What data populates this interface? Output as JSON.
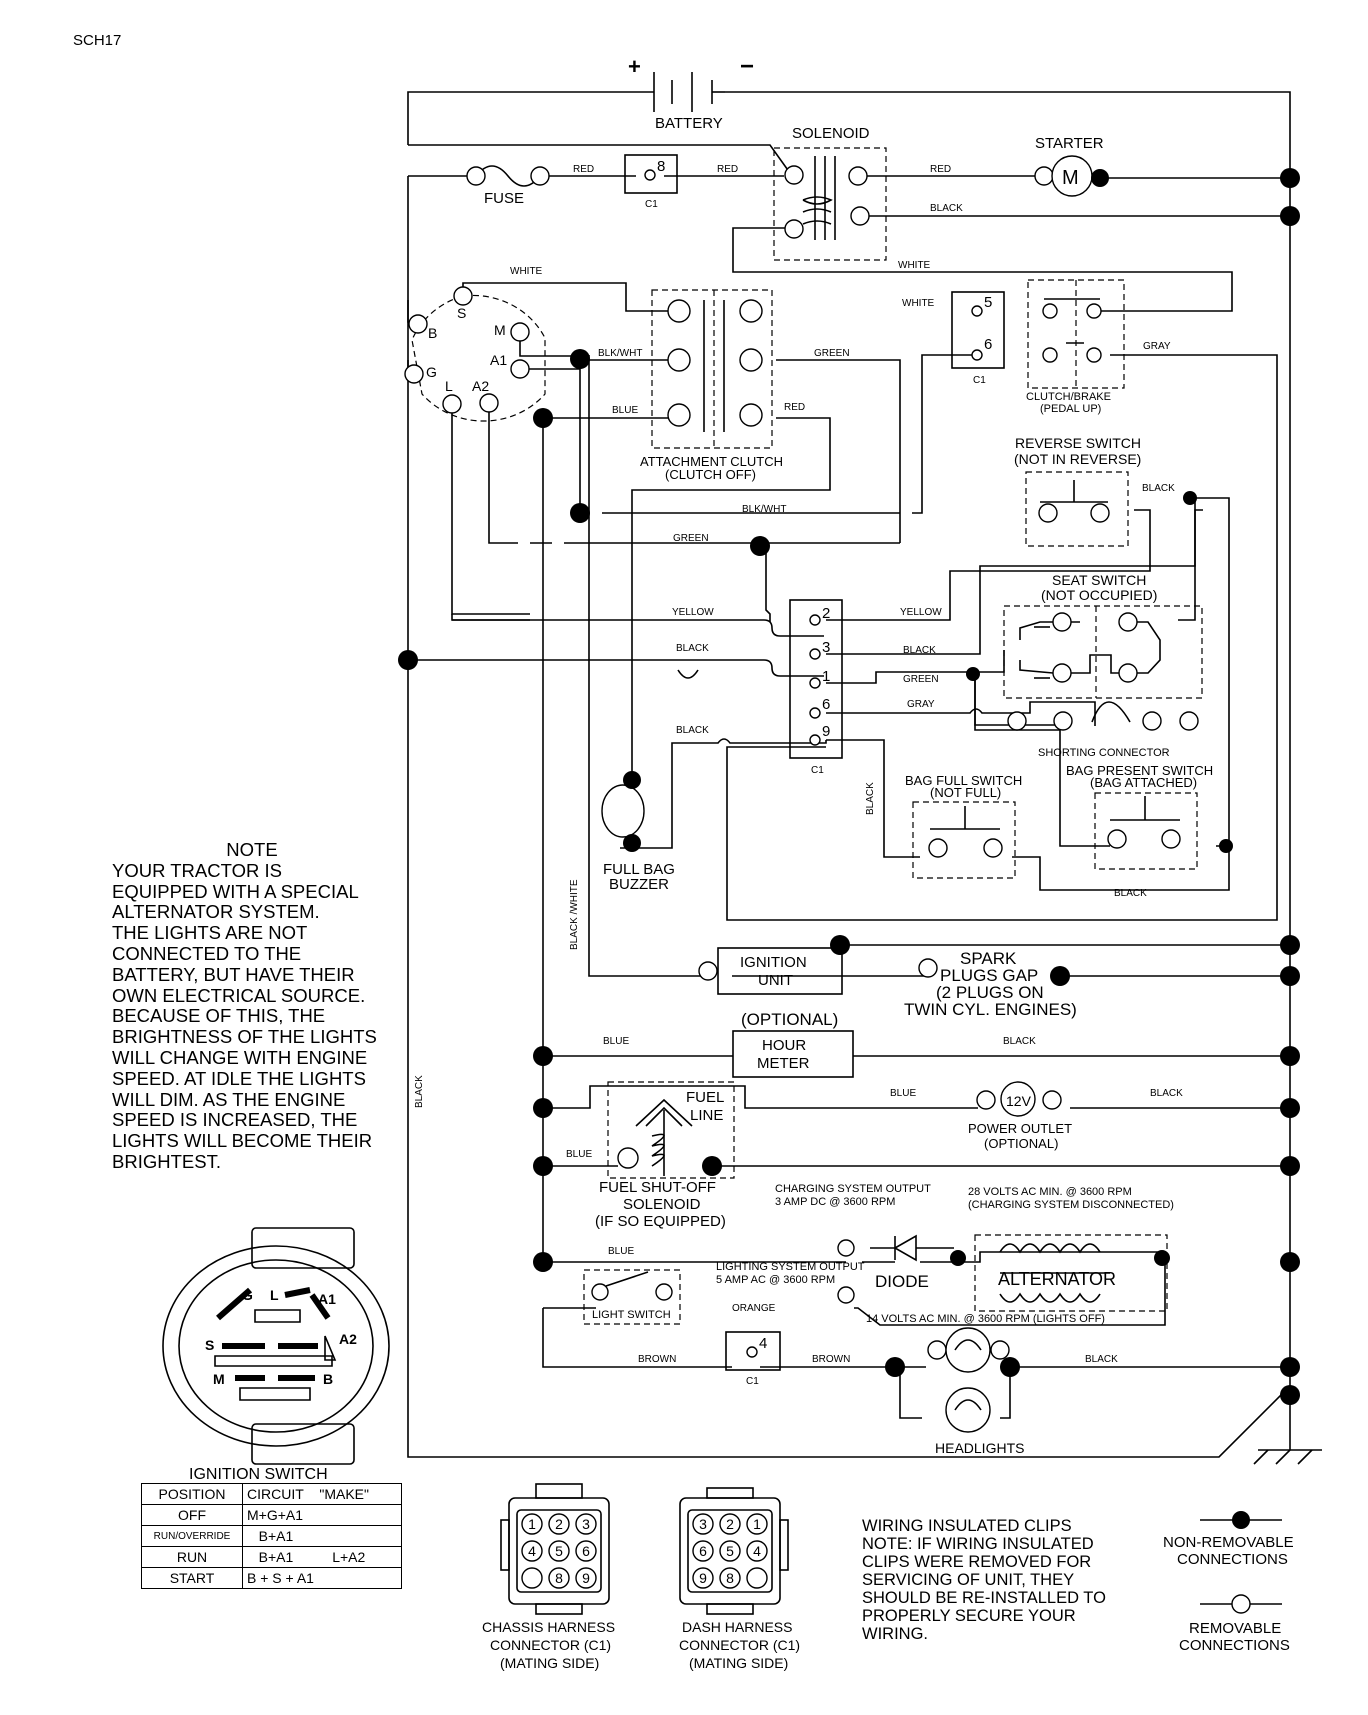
{
  "doc_id": "SCH17",
  "components": {
    "battery": "BATTERY",
    "solenoid": "SOLENOID",
    "starter": "STARTER",
    "starter_motor": "M",
    "fuse": "FUSE",
    "attachment_clutch": [
      "ATTACHMENT CLUTCH",
      "(CLUTCH OFF)"
    ],
    "clutch_brake": [
      "CLUTCH/BRAKE",
      "(PEDAL UP)"
    ],
    "reverse_switch": [
      "REVERSE SWITCH",
      "(NOT IN REVERSE)"
    ],
    "seat_switch": [
      "SEAT SWITCH",
      "(NOT OCCUPIED)"
    ],
    "shorting_connector": "SHORTING CONNECTOR",
    "bag_full_switch": [
      "BAG FULL SWITCH",
      "(NOT FULL)"
    ],
    "bag_present_switch": [
      "BAG PRESENT SWITCH",
      "(BAG ATTACHED)"
    ],
    "full_bag_buzzer": [
      "FULL BAG",
      "BUZZER"
    ],
    "ignition_unit": [
      "IGNITION",
      "UNIT"
    ],
    "spark_plugs": [
      "SPARK",
      "PLUGS GAP",
      "(2 PLUGS ON",
      "TWIN CYL. ENGINES)"
    ],
    "hour_meter": [
      "(OPTIONAL)",
      "HOUR",
      "METER"
    ],
    "fuel_line": [
      "FUEL",
      "LINE"
    ],
    "fuel_shutoff": [
      "FUEL SHUT-OFF",
      "SOLENOID",
      "(IF SO EQUIPPED)"
    ],
    "power_outlet": [
      "POWER OUTLET",
      "(OPTIONAL)"
    ],
    "power_outlet_symbol": "12V",
    "charging_output": [
      "CHARGING SYSTEM OUTPUT",
      "3 AMP DC @ 3600 RPM"
    ],
    "volts28": [
      "28 VOLTS AC MIN. @ 3600 RPM",
      "(CHARGING SYSTEM DISCONNECTED)"
    ],
    "diode": "DIODE",
    "alternator": "ALTERNATOR",
    "lighting_output": [
      "LIGHTING SYSTEM OUTPUT",
      "5 AMP AC @ 3600 RPM"
    ],
    "volts14": "14 VOLTS AC MIN. @ 3600 RPM (LIGHTS OFF)",
    "light_switch": "LIGHT SWITCH",
    "headlights": "HEADLIGHTS",
    "connector_c1": "C1",
    "ignition_switch": "IGNITION SWITCH"
  },
  "pins": {
    "ign_b": "B",
    "ign_s": "S",
    "ign_m": "M",
    "ign_g": "G",
    "ign_a1": "A1",
    "ign_l": "L",
    "ign_a2": "A2",
    "p8": "8",
    "p5": "5",
    "p6": "6",
    "p2": "2",
    "p3": "3",
    "p1": "1",
    "p6b": "6",
    "p9": "9",
    "p4": "4"
  },
  "wires": {
    "red": "RED",
    "black": "BLACK",
    "white": "WHITE",
    "green": "GREEN",
    "gray": "GRAY",
    "blkwht": "BLK/WHT",
    "blue": "BLUE",
    "yellow": "YELLOW",
    "orange": "ORANGE",
    "brown": "BROWN",
    "black_white": "BLACK /WHITE"
  },
  "note": {
    "title": "NOTE",
    "lines": [
      "YOUR TRACTOR IS",
      "EQUIPPED WITH A SPECIAL",
      "ALTERNATOR SYSTEM.",
      "THE LIGHTS ARE NOT",
      "CONNECTED TO THE",
      "BATTERY, BUT HAVE THEIR",
      "OWN ELECTRICAL SOURCE.",
      "BECAUSE OF THIS, THE",
      "BRIGHTNESS OF THE LIGHTS",
      "WILL CHANGE WITH ENGINE",
      "SPEED.  AT IDLE THE LIGHTS",
      "WILL DIM.  AS THE ENGINE",
      "SPEED IS INCREASED,  THE",
      "LIGHTS WILL BECOME THEIR",
      "BRIGHTEST."
    ]
  },
  "ignition_face": {
    "g": "G",
    "l": "L",
    "a1": "A1",
    "s": "S",
    "a2": "A2",
    "m": "M",
    "b": "B"
  },
  "position_table": {
    "headers": [
      "POSITION",
      "CIRCUIT",
      "\"MAKE\""
    ],
    "rows": [
      {
        "position": "OFF",
        "circuit": "M+G+A1",
        "extra": ""
      },
      {
        "position": "RUN/OVERRIDE",
        "circuit": "B+A1",
        "extra": ""
      },
      {
        "position": "RUN",
        "circuit": "B+A1",
        "extra": "L+A2"
      },
      {
        "position": "START",
        "circuit": "B + S + A1",
        "extra": ""
      }
    ]
  },
  "chassis_connector": {
    "label": [
      "CHASSIS HARNESS",
      "CONNECTOR (C1)",
      "(MATING SIDE)"
    ],
    "pins": [
      "1",
      "2",
      "3",
      "4",
      "5",
      "6",
      "",
      "8",
      "9"
    ]
  },
  "dash_connector": {
    "label": [
      "DASH HARNESS",
      "CONNECTOR (C1)",
      "(MATING SIDE)"
    ],
    "pins": [
      "3",
      "2",
      "1",
      "6",
      "5",
      "4",
      "9",
      "8",
      ""
    ]
  },
  "clips_note": [
    "WIRING INSULATED CLIPS",
    "NOTE: IF WIRING INSULATED",
    "CLIPS WERE REMOVED FOR",
    "SERVICING OF UNIT, THEY",
    "SHOULD BE RE-INSTALLED TO",
    "PROPERLY SECURE YOUR",
    "WIRING."
  ],
  "legend": {
    "non_removable": [
      "NON-REMOVABLE",
      "CONNECTIONS"
    ],
    "removable": [
      "REMOVABLE",
      "CONNECTIONS"
    ]
  }
}
